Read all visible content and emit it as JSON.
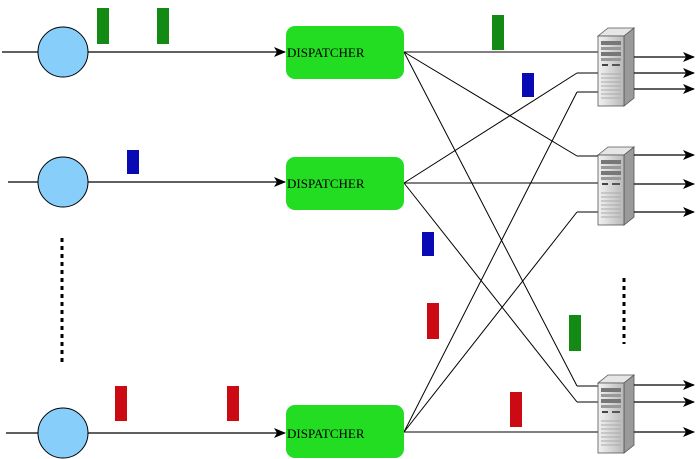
{
  "dispatchers": [
    {
      "label": "DISPATCHER"
    },
    {
      "label": "DISPATCHER"
    },
    {
      "label": "DISPATCHER"
    }
  ],
  "colors": {
    "source_fill": "#87cefa",
    "dispatcher_fill": "#22dd22",
    "job_green": "#138a13",
    "job_blue": "#0a0ab4",
    "job_red": "#cc0a14",
    "line": "#000000"
  },
  "servers": [
    {
      "icon": "server-tower-icon"
    },
    {
      "icon": "server-tower-icon"
    },
    {
      "icon": "server-tower-icon"
    }
  ],
  "ellipsis": [
    "vertical-dots-sources",
    "vertical-dots-servers"
  ]
}
